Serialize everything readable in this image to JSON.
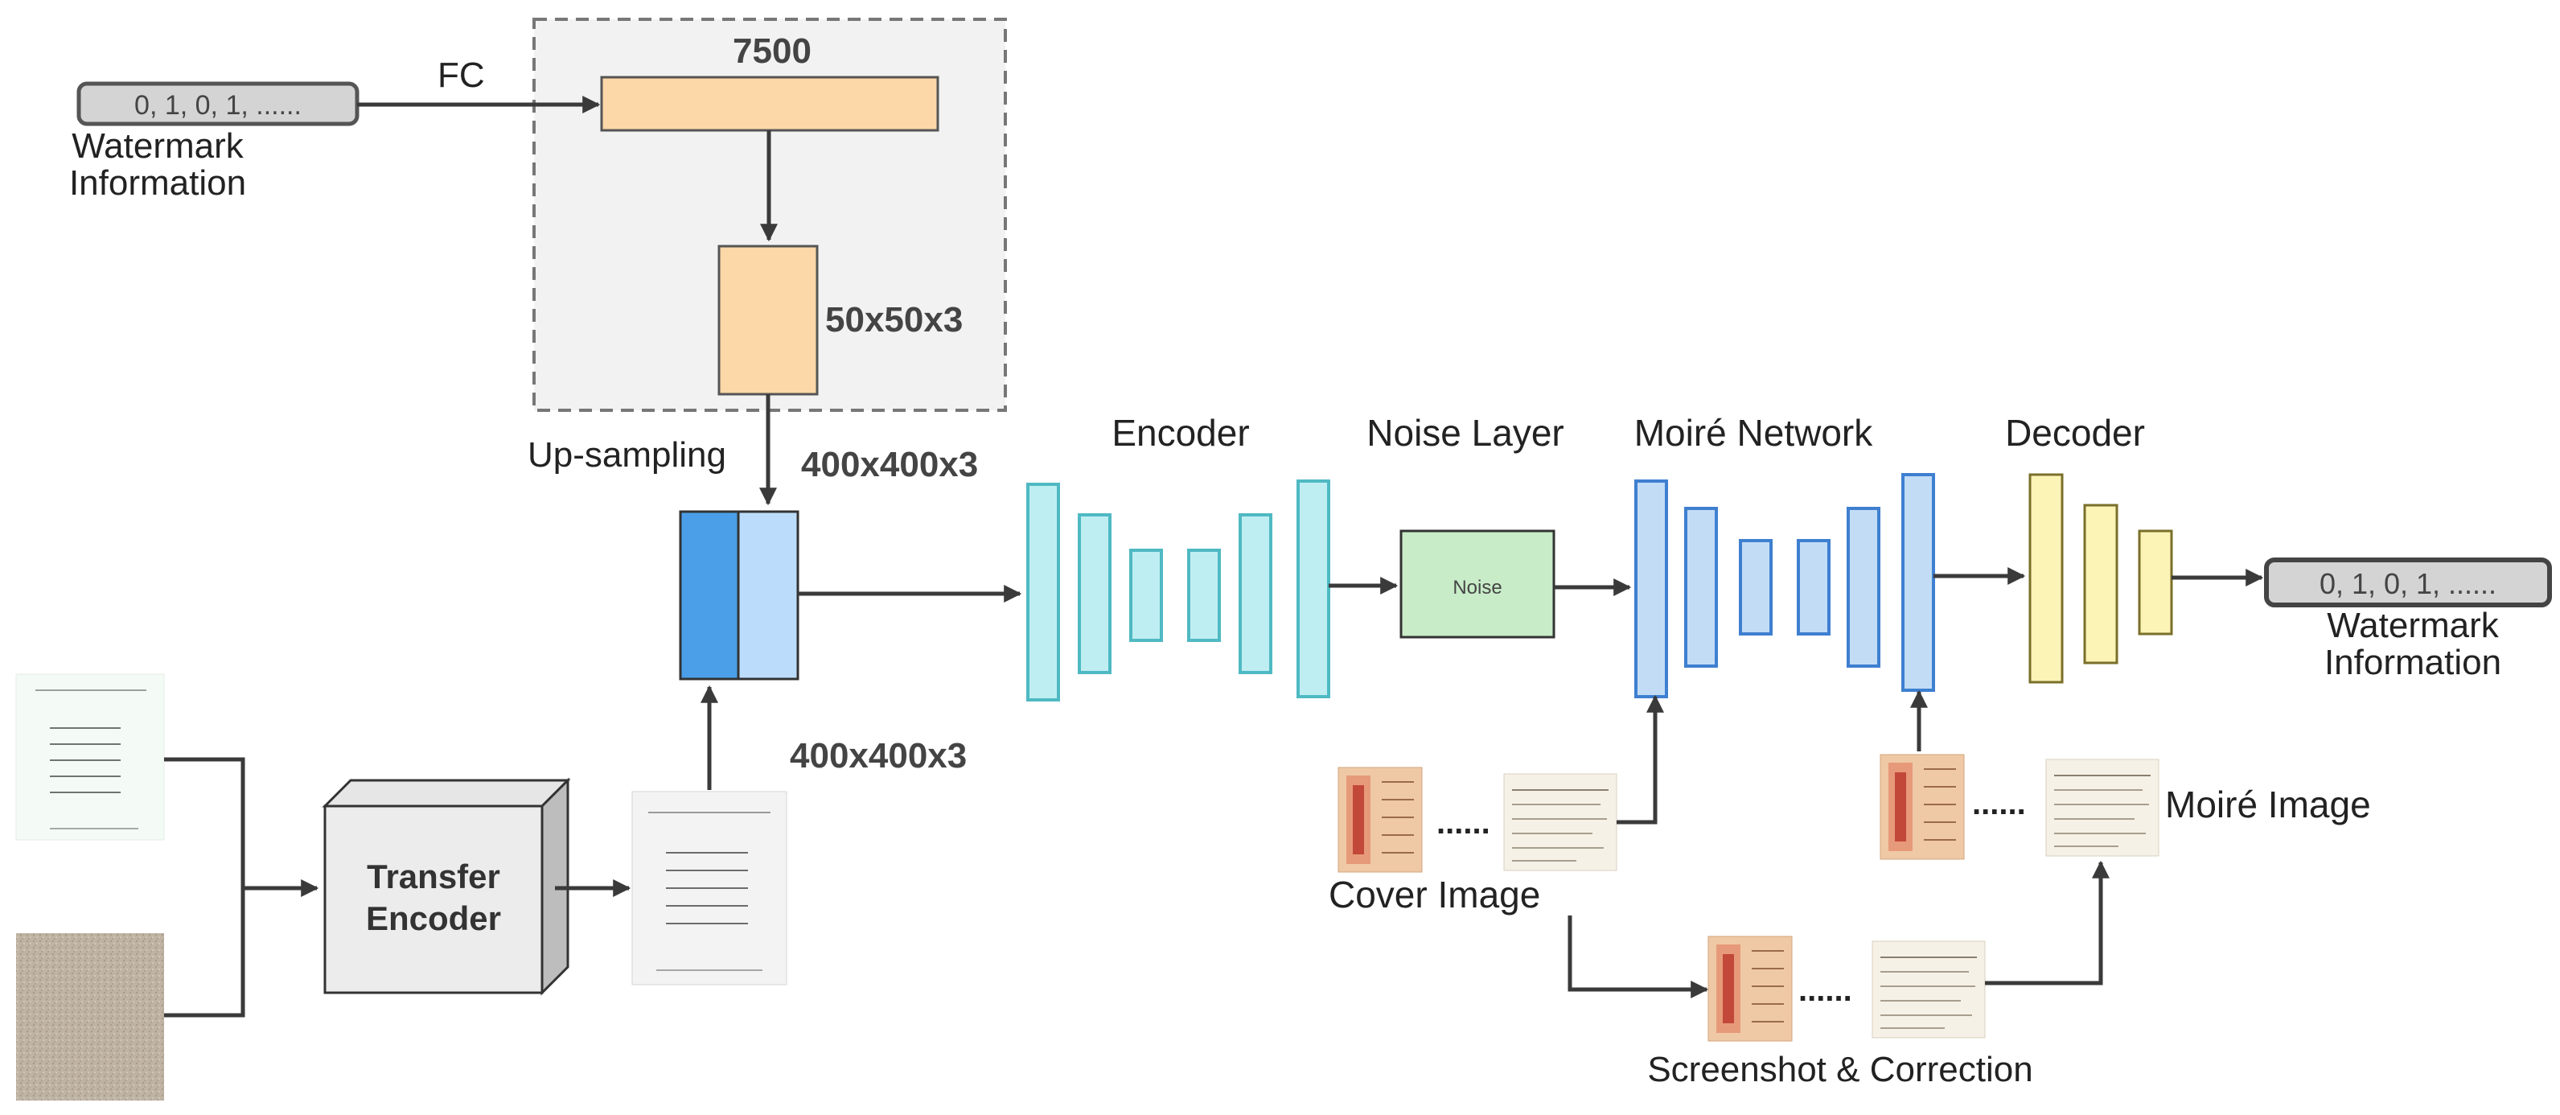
{
  "watermark_input": {
    "bits": "0, 1, 0, 1, ......",
    "label_line1": "Watermark",
    "label_line2": "Information"
  },
  "fc_label": "FC",
  "upsampling_block": {
    "fc_size": "7500",
    "reshape_size": "50x50x3",
    "label": "Up-sampling",
    "output_size": "400x400x3"
  },
  "transfer_encoder": {
    "label_line1": "Transfer",
    "label_line2": "Encoder",
    "output_size": "400x400x3"
  },
  "encoder_label": "Encoder",
  "noise_layer": {
    "label": "Noise Layer",
    "box_text": "Noise"
  },
  "moire_network_label": "Moiré Network",
  "decoder_label": "Decoder",
  "watermark_output": {
    "bits": "0, 1, 0, 1, ......",
    "label_line1": "Watermark",
    "label_line2": "Information"
  },
  "cover_image_label": "Cover Image",
  "moire_image_label": "Moiré Image",
  "screenshot_label": "Screenshot & Correction",
  "ellipsis": "......",
  "colors": {
    "upsample_bg": "#f2f2f2",
    "fc_fill": "#fcd7a8",
    "encoder_fill": "#bfeef2",
    "encoder_stroke": "#4fb9c3",
    "noise_fill": "#c8ecc8",
    "moire_fill": "#c2dcf6",
    "moire_stroke": "#3e7fd0",
    "decoder_fill": "#fbf4b6",
    "decoder_stroke": "#9a8f3a",
    "concat_dark": "#4a9fe8",
    "concat_light": "#bcdcfb"
  }
}
